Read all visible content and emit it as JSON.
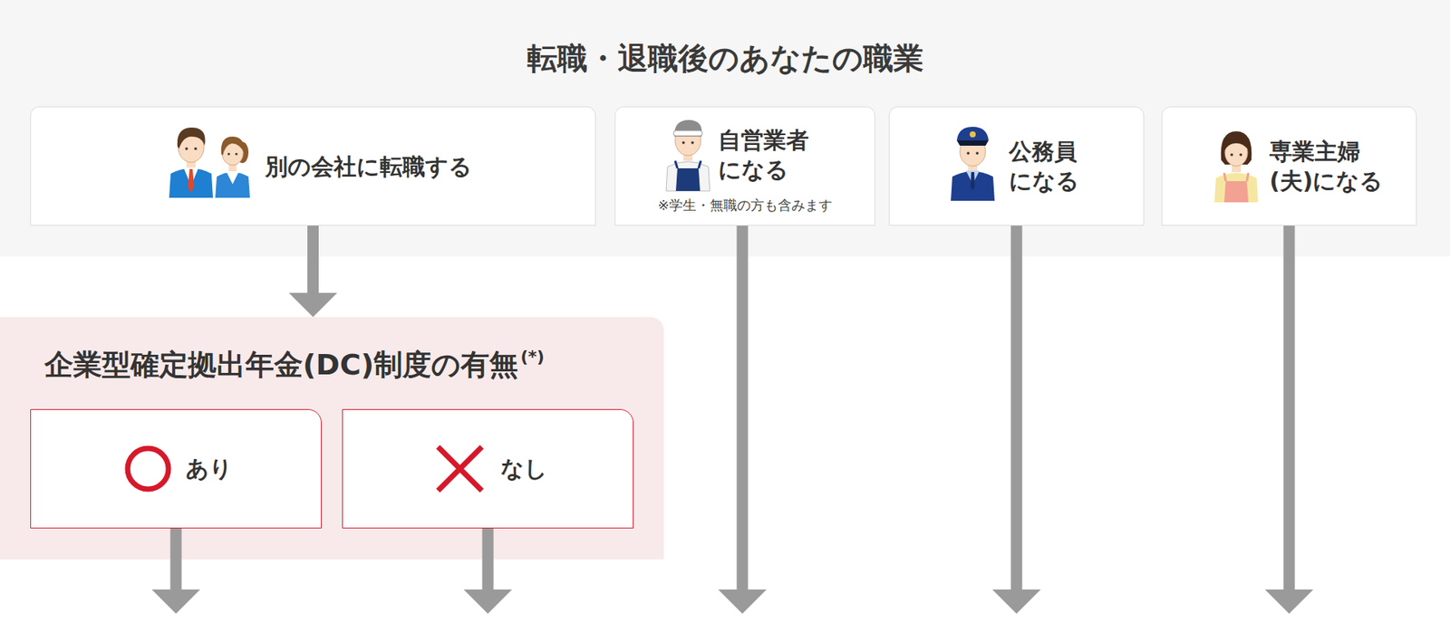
{
  "diagram": {
    "title": "転職・退職後のあなたの職業",
    "nodes": [
      {
        "text": [
          "別の会社に転職する"
        ]
      },
      {
        "text": [
          "自営業者 になる",
          "※学生・無職の方も含みます"
        ]
      },
      {
        "text": [
          "公務員 になる"
        ]
      },
      {
        "text": [
          "専業主婦 (夫)になる"
        ]
      },
      {
        "text": [
          "企業型確定拠出年金(DC)制度の有無",
          "(*)"
        ]
      },
      {
        "text": [
          "あり"
        ],
        "in": 4
      },
      {
        "text": [
          "なし"
        ],
        "in": 4
      }
    ],
    "edges": [
      {
        "from": 0,
        "to": 4,
        "arrow": "to"
      }
    ]
  }
}
